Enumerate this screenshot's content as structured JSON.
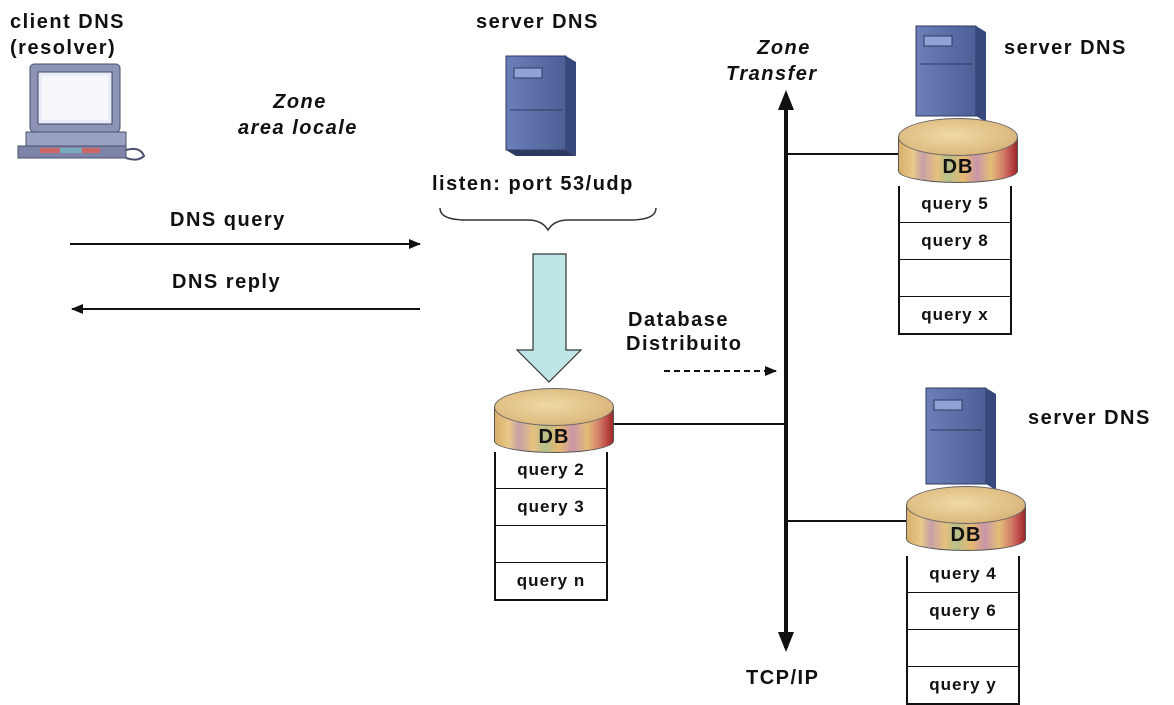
{
  "client": {
    "line1": "client DNS",
    "line2": "(resolver)"
  },
  "zone_local": {
    "line1": "Zone",
    "line2": "area locale"
  },
  "main_server": {
    "title": "server DNS",
    "listen": "listen: port 53/udp"
  },
  "messages": {
    "query": "DNS query",
    "reply": "DNS reply"
  },
  "distributed_db": {
    "line1": "Database",
    "line2": "Distribuito"
  },
  "zone_transfer": {
    "line1": "Zone",
    "line2": "Transfer"
  },
  "network_label": "TCP/IP",
  "db_label": "DB",
  "local_db": {
    "rows": [
      "query 2",
      "query 3",
      "",
      "query n"
    ]
  },
  "remote_server_1": {
    "title": "server DNS",
    "rows": [
      "query 5",
      "query 8",
      "",
      "query x"
    ]
  },
  "remote_server_2": {
    "title": "server DNS",
    "rows": [
      "query 4",
      "query 6",
      "",
      "query y"
    ]
  },
  "colors": {
    "arrow_fill": "#bfe6e6",
    "server_body": "#5a6fa8",
    "line": "#111111"
  }
}
